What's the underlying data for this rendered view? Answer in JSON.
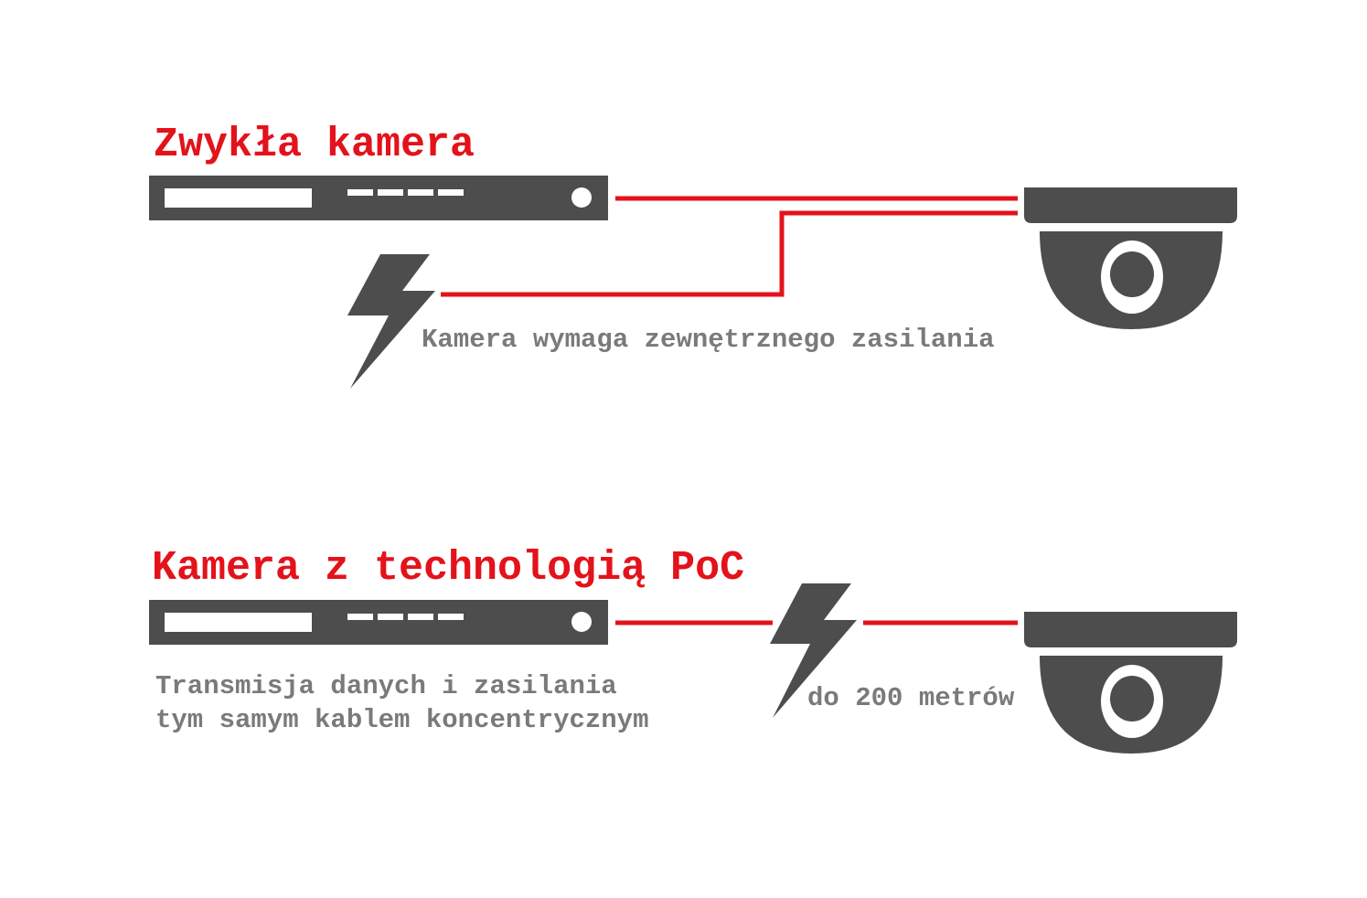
{
  "diagram": {
    "standard": {
      "title": "Zwykła kamera",
      "note": "Kamera wymaga zewnętrznego zasilania",
      "icons": [
        "dvr-recorder-icon",
        "lightning-bolt-icon",
        "dome-camera-icon"
      ]
    },
    "poc": {
      "title": "Kamera z technologią PoC",
      "note_line1": "Transmisja danych i zasilania",
      "note_line2": "tym samym kablem koncentrycznym",
      "distance": "do 200 metrów",
      "icons": [
        "dvr-recorder-icon",
        "lightning-bolt-icon",
        "dome-camera-icon"
      ]
    },
    "colors": {
      "accent_red": "#e3121b",
      "device_gray": "#4d4d4d",
      "caption_gray": "#7a7a7a"
    }
  }
}
